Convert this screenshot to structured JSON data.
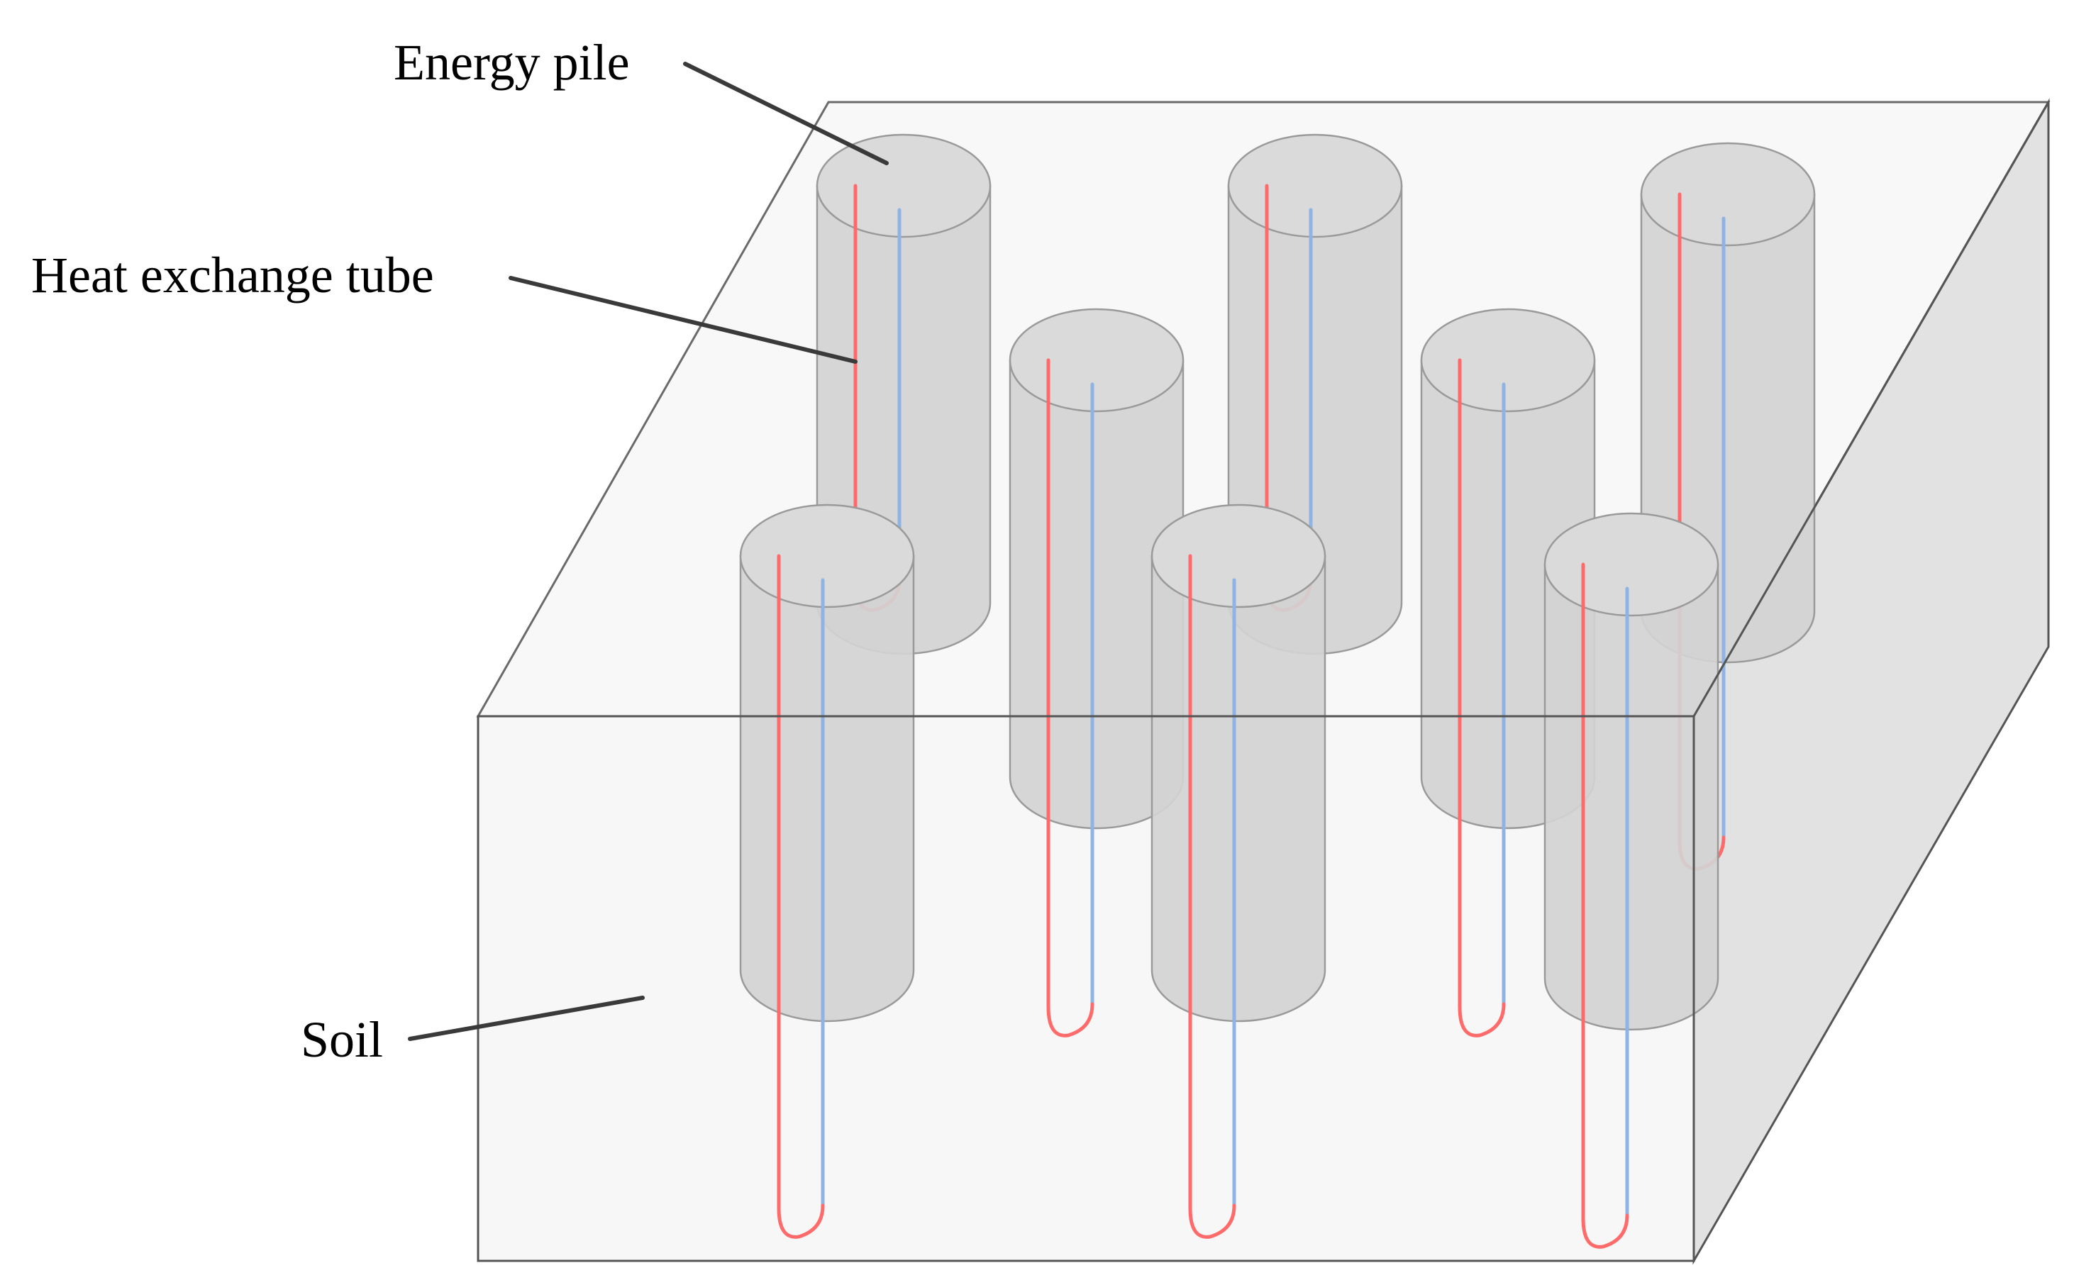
{
  "labels": {
    "energy_pile": "Energy pile",
    "heat_exchange_tube": "Heat exchange tube",
    "soil": "Soil"
  },
  "colors": {
    "soil_top": "#f8f8f8",
    "soil_front": "#f0f0f0",
    "soil_side": "#e2e2e2",
    "pile_body": "#d3d3d3",
    "pile_body_top": "#dadada",
    "inlet_tube": "#ff6b6b",
    "outlet_tube": "#8fb4e3",
    "leader_line": "#3a3a3a"
  },
  "components": {
    "pile_count": 8,
    "tubes_per_pile": 2
  }
}
